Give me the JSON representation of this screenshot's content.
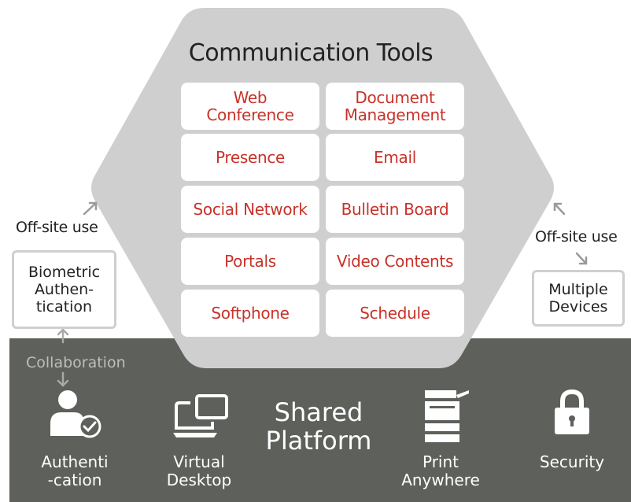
{
  "colors": {
    "hex": "#cfcfcf",
    "platform": "#5e605b",
    "tool_text": "#c8322a",
    "box_border": "#cfcfcf"
  },
  "communication_tools": {
    "title": "Communication Tools",
    "items": [
      "Web\nConference",
      "Document\nManagement",
      "Presence",
      "Email",
      "Social Network",
      "Bulletin Board",
      "Portals",
      "Video Contents",
      "Softphone",
      "Schedule"
    ]
  },
  "left": {
    "offsite_label": "Off-site use",
    "box": "Biometric\nAuthen-\ntication",
    "collab_label": "Collaboration"
  },
  "right": {
    "offsite_label": "Off-site use",
    "box": "Multiple\nDevices"
  },
  "platform": {
    "title": "Shared\nPlatform",
    "items": [
      {
        "label": "Authenti\n-cation",
        "icon": "user-check-icon"
      },
      {
        "label": "Virtual\nDesktop",
        "icon": "virtual-desktop-icon"
      },
      {
        "label": "Print\nAnywhere",
        "icon": "printer-icon"
      },
      {
        "label": "Security",
        "icon": "lock-icon"
      }
    ]
  }
}
